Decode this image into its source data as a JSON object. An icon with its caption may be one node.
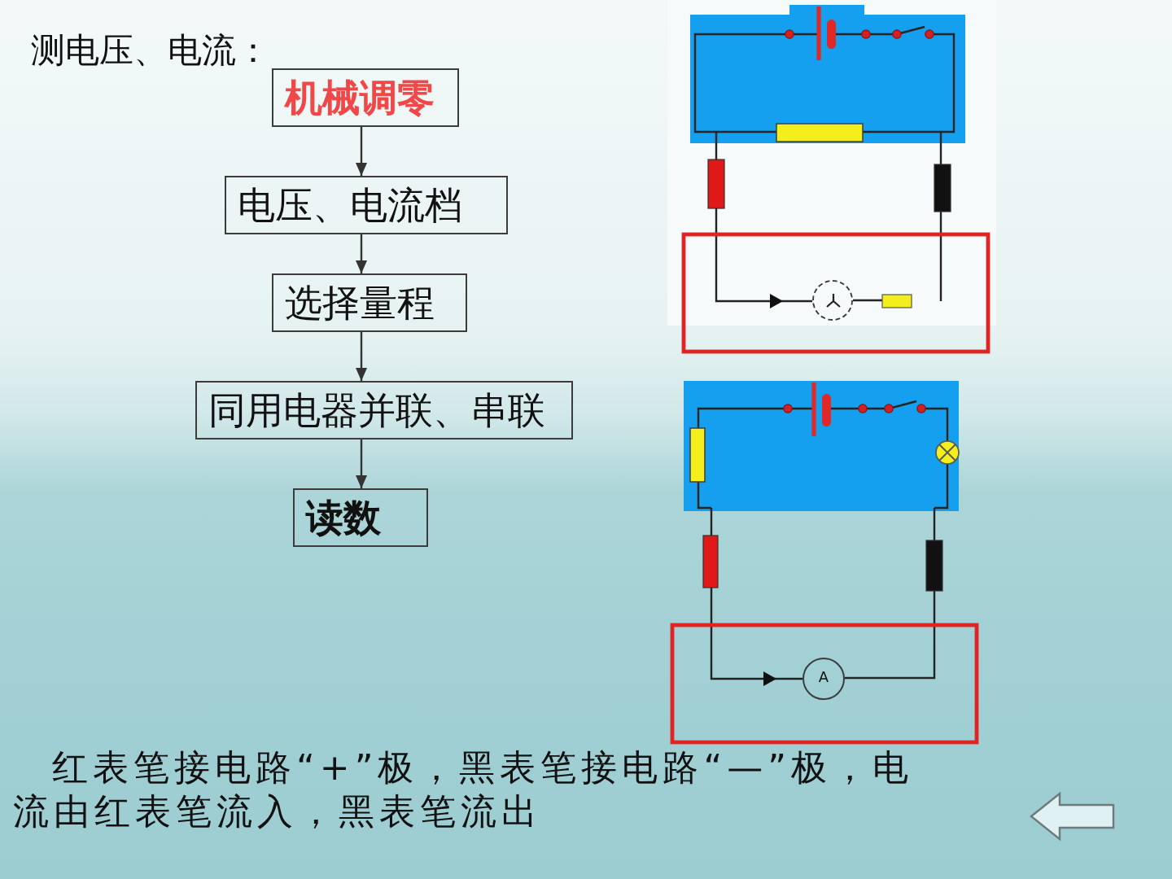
{
  "diagram": {
    "title": "测电压、电流：",
    "nodes": [
      {
        "text": [
          "机械调零"
        ]
      },
      {
        "text": [
          "电压、电流档"
        ]
      },
      {
        "text": [
          "选择量程"
        ]
      },
      {
        "text": [
          "同用电器并联、串联"
        ]
      },
      {
        "text": [
          "读数"
        ]
      },
      {
        "text": [],
        "shape": "circle"
      },
      {
        "text": [
          "A"
        ]
      }
    ],
    "edges": [
      {
        "from": 0,
        "to": 1,
        "arrow": "to"
      },
      {
        "from": 1,
        "to": 2,
        "arrow": "to"
      },
      {
        "from": 2,
        "to": 3,
        "arrow": "to"
      },
      {
        "from": 3,
        "to": 4,
        "arrow": "to"
      }
    ],
    "labels": [
      "红表笔接电路“+”极，黑表笔接电路“—”极，电流由红表笔流入，黑表笔流出"
    ]
  }
}
